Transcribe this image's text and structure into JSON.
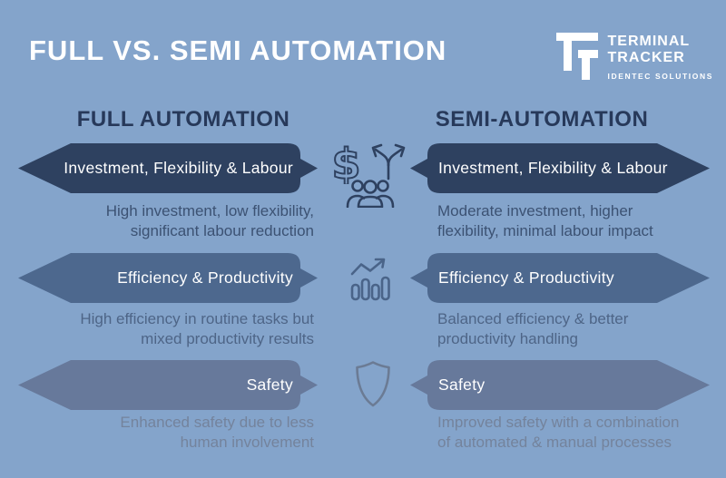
{
  "title": "FULL VS. SEMI AUTOMATION",
  "logo": {
    "mark": "tt-monogram",
    "line1": "TERMINAL",
    "line2": "TRACKER",
    "tagline": "IDENTEC SOLUTIONS"
  },
  "columns": {
    "left_header": "FULL AUTOMATION",
    "right_header": "SEMI-AUTOMATION"
  },
  "rows": [
    {
      "topic": "Investment, Flexibility & Labour",
      "left_label": "Investment, Flexibility & Labour",
      "right_label": "Investment, Flexibility & Labour",
      "left_desc": "High investment, low flexibility,\nsignificant labour reduction",
      "right_desc": "Moderate investment, higher\nflexibility, minimal labour impact",
      "center_icons": [
        "dollar-icon",
        "branch-arrows-icon",
        "people-group-icon"
      ],
      "banner_color": "#2e4160",
      "desc_color": "#3c5273"
    },
    {
      "topic": "Efficiency & Productivity",
      "left_label": "Efficiency & Productivity",
      "right_label": "Efficiency & Productivity",
      "left_desc": "High efficiency in routine tasks but\nmixed productivity results",
      "right_desc": "Balanced efficiency & better\nproductivity handling",
      "center_icons": [
        "growth-chart-icon"
      ],
      "banner_color": "#4d688e",
      "desc_color": "#4e6587"
    },
    {
      "topic": "Safety",
      "left_label": "Safety",
      "right_label": "Safety",
      "left_desc": "Enhanced safety due to less\nhuman involvement",
      "right_desc": "Improved safety with a combination\nof automated & manual processes",
      "center_icons": [
        "shield-icon"
      ],
      "banner_color": "#67799b",
      "desc_color": "#74839c"
    }
  ],
  "colors": {
    "background": "#84a4cb",
    "title_text": "#ffffff",
    "header_text": "#27395a",
    "banner_text": "#ffffff"
  }
}
